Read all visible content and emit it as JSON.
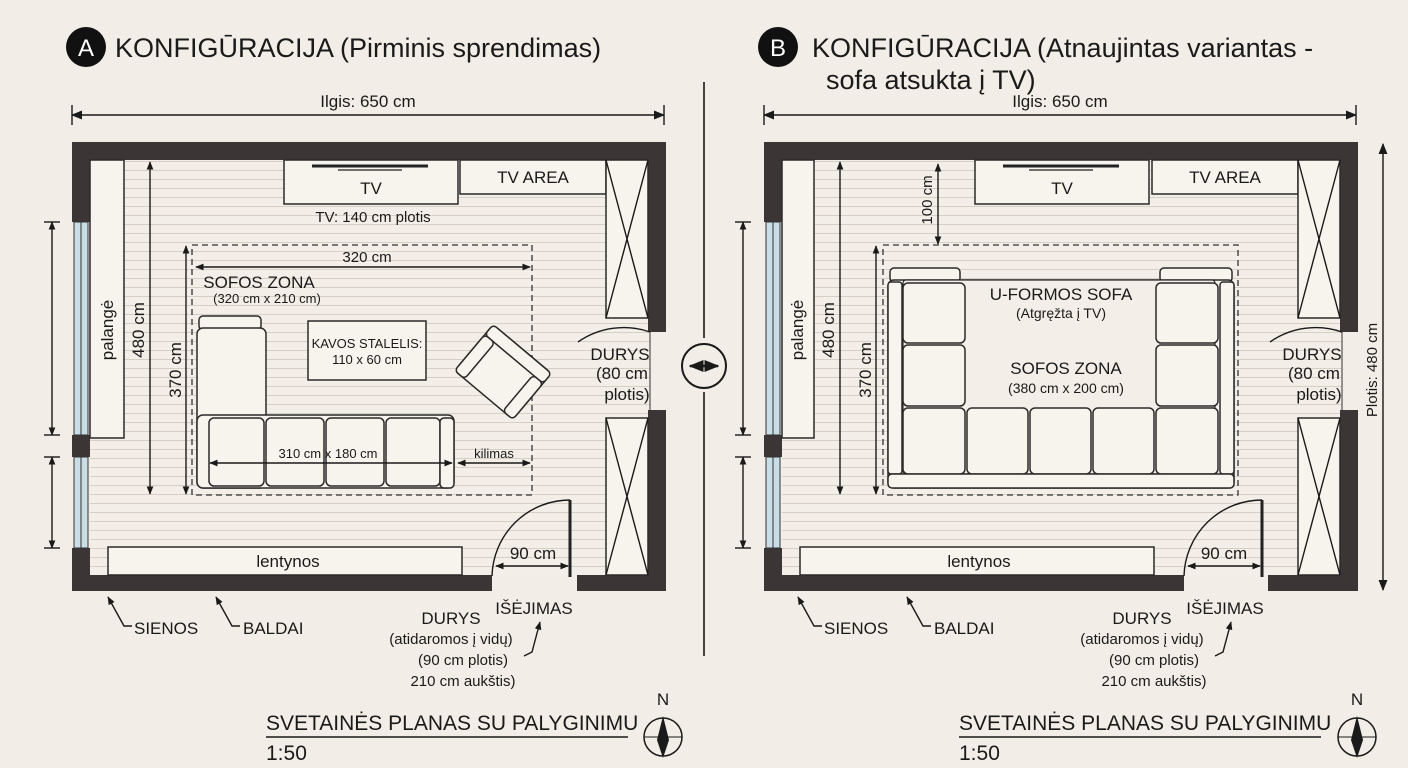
{
  "plans": [
    {
      "badge": "A",
      "title_line1": "KONFIGŪRACIJA (Pirminis sprendimas)",
      "title_line2": "",
      "length_label": "Ilgis: 650 cm",
      "width_label": "",
      "window_label": "palangė",
      "height_label": "480 cm",
      "zone_height_label": "370 cm",
      "tv_label": "TV",
      "tv_area_label": "TV AREA",
      "tv_width_label": "TV: 140 cm plotis",
      "rug_width_label": "320 cm",
      "zone_title": "SOFOS ZONA",
      "zone_size": "(320 cm x 210 cm)",
      "table_title": "KAVOS STALELIS:",
      "table_size": "110 x 60 cm",
      "sofa_size": "310 cm x 180 cm",
      "rug_label": "kilimas",
      "side_door_title": "DURYS",
      "side_door_line2": "(80 cm",
      "side_door_line3": "plotis)",
      "shelves_label": "lentynos",
      "door_width": "90 cm",
      "walls_label": "SIENOS",
      "furniture_label": "BALDAI",
      "exit_label": "IŠĖJIMAS",
      "door_title": "DURYS",
      "door_line2": "(atidaromos į vidų)",
      "door_line3": "(90 cm plotis)",
      "door_line4": "210 cm aukštis)",
      "footer_title": "SVETAINĖS PLANAS SU PALYGINIMU",
      "scale": "1:50",
      "north": "N"
    },
    {
      "badge": "B",
      "title_line1": "KONFIGŪRACIJA (Atnaujintas variantas -",
      "title_line2": "sofa atsukta į TV)",
      "length_label": "Ilgis: 650 cm",
      "width_label": "Plotis: 480 cm",
      "window_label": "palangė",
      "height_label": "480 cm",
      "zone_height_label": "370 cm",
      "tv_label": "TV",
      "tv_area_label": "TV AREA",
      "tv_distance_label": "100 cm",
      "sofa_title": "U-FORMOS SOFA",
      "sofa_subtitle": "(Atgręžta į TV)",
      "zone_title": "SOFOS ZONA",
      "zone_size": "(380 cm x 200 cm)",
      "side_door_title": "DURYS",
      "side_door_line2": "(80 cm",
      "side_door_line3": "plotis)",
      "shelves_label": "lentynos",
      "door_width": "90 cm",
      "walls_label": "SIENOS",
      "furniture_label": "BALDAI",
      "exit_label": "IŠĖJIMAS",
      "door_title": "DURYS",
      "door_line2": "(atidaromos į vidų)",
      "door_line3": "(90 cm plotis)",
      "door_line4": "210 cm aukštis)",
      "footer_title": "SVETAINĖS PLANAS SU PALYGINIMU",
      "scale": "1:50",
      "north": "N"
    }
  ],
  "divider_icon": "double-arrow-icon"
}
